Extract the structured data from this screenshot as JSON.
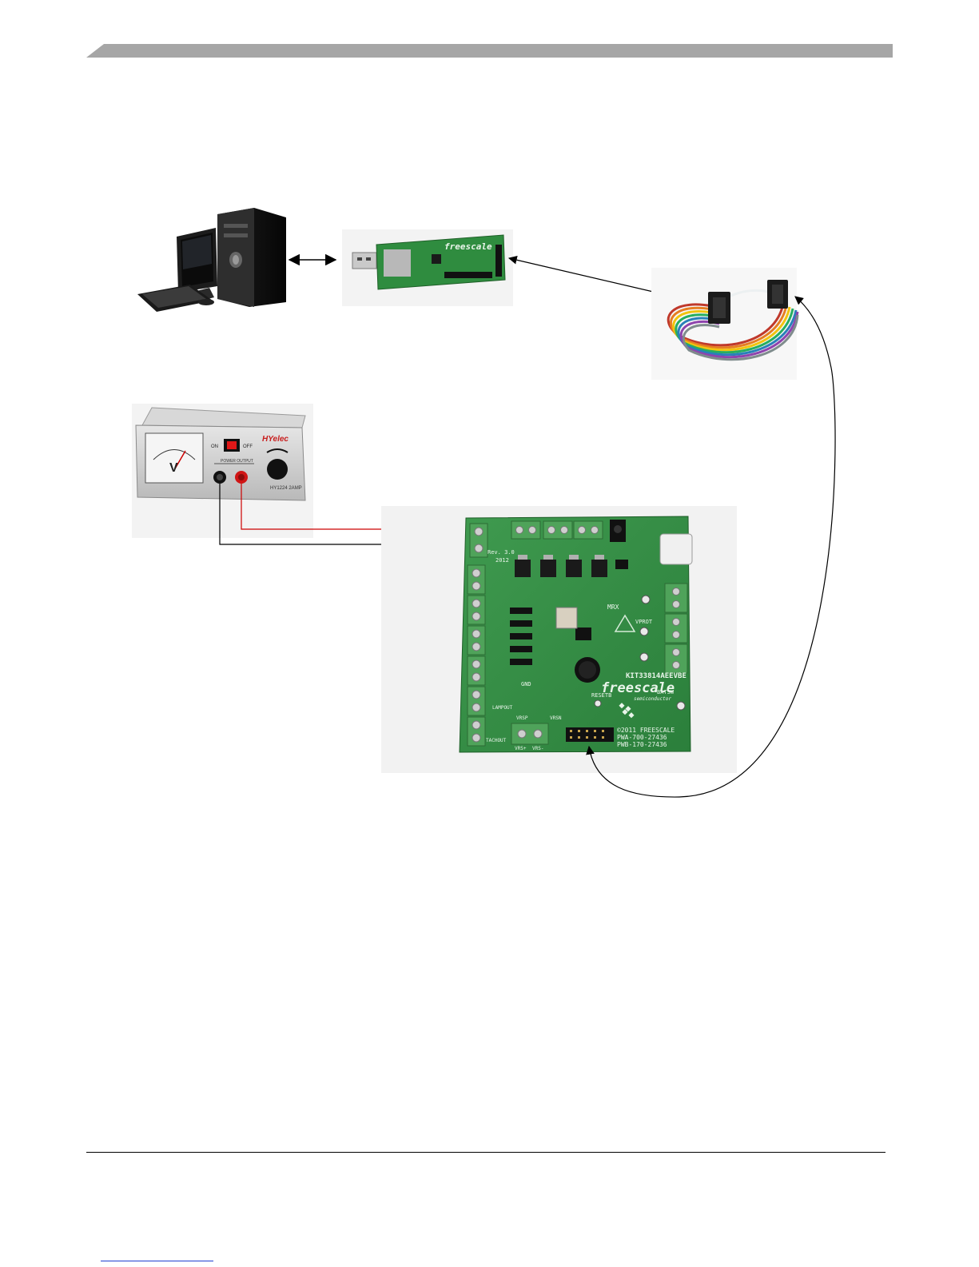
{
  "page": {
    "header_bar_color": "#a6a6a6",
    "footer_rule_color": "#000000",
    "footer_link_color": "#1f3fd1"
  },
  "diagram": {
    "components": [
      {
        "name": "desktop-computer",
        "kind": "computer"
      },
      {
        "name": "usb-interface-dongle",
        "kind": "usb-to-spi adapter",
        "brand_text": "freescale"
      },
      {
        "name": "ribbon-cable",
        "kind": "flat ribbon cable with two connectors"
      },
      {
        "name": "power-supply",
        "kind": "bench power supply",
        "brand_text": "HYelec",
        "meter_unit": "V",
        "switch_on": "ON",
        "switch_off": "OFF",
        "output_label": "POWER OUTPUT",
        "model_text": "HY1224 2AMP"
      },
      {
        "name": "evaluation-board",
        "kind": "evaluation board",
        "brand_text": "freescale",
        "sub_brand_text": "semiconductor",
        "board_id": "KIT33814AEEVBE",
        "copyright": "©2011 FREESCALE",
        "pwa": "PWA-700-27436",
        "pwb": "PWB-170-27436",
        "silk_labels": [
          "MRX",
          "VPROT",
          "RESETB",
          "BATSW",
          "GND",
          "VRS+",
          "VRS-",
          "VRSP",
          "VRSN",
          "TACHOUT",
          "LAMPOUT",
          "Rev. 3.0",
          "2012"
        ]
      }
    ],
    "connections": [
      {
        "from": "desktop-computer",
        "to": "usb-interface-dongle",
        "style": "double-arrow",
        "color": "#000000"
      },
      {
        "from": "ribbon-cable",
        "to": "usb-interface-dongle",
        "style": "arrow",
        "color": "#000000"
      },
      {
        "from": "ribbon-cable",
        "to": "evaluation-board",
        "style": "curved-arrow",
        "color": "#000000"
      },
      {
        "from": "power-supply",
        "to": "evaluation-board",
        "style": "wire",
        "color": "#cc0000",
        "polarity": "positive"
      },
      {
        "from": "power-supply",
        "to": "evaluation-board",
        "style": "wire",
        "color": "#000000",
        "polarity": "negative"
      }
    ]
  }
}
